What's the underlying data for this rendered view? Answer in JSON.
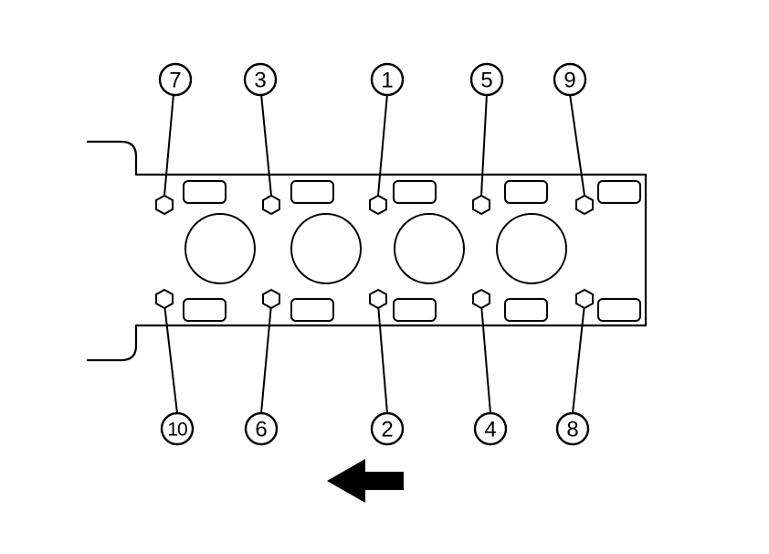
{
  "diagram": {
    "bolt_labels": [
      "7",
      "3",
      "1",
      "5",
      "9",
      "10",
      "6",
      "2",
      "4",
      "8"
    ]
  }
}
